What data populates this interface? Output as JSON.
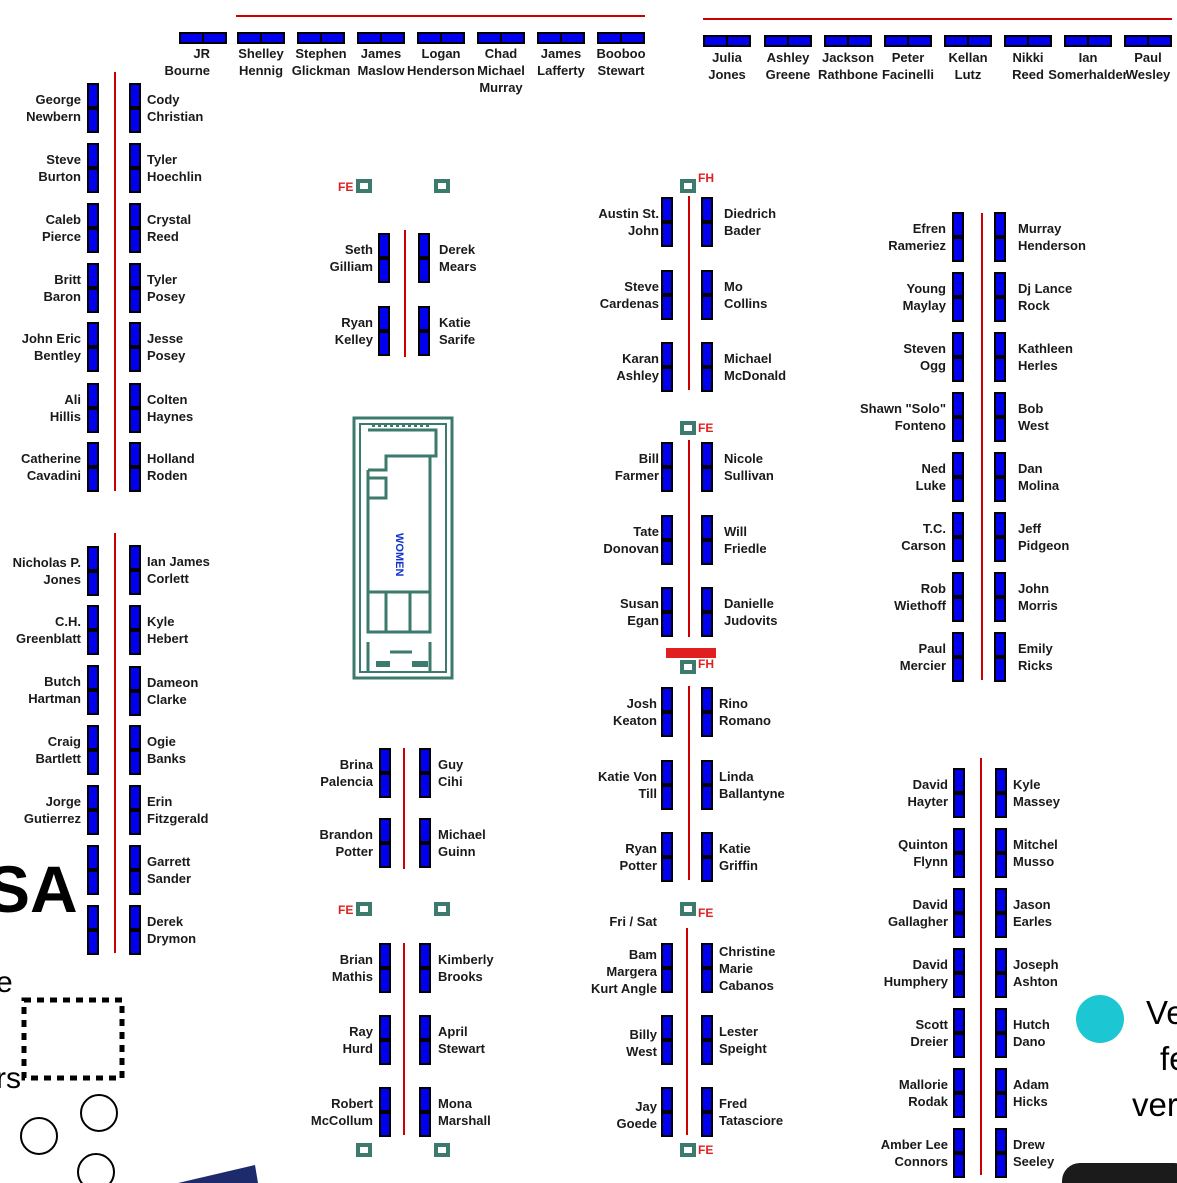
{
  "colors": {
    "table_fill": "#0000ee",
    "table_edge": "#000000",
    "aisle": "#cc0000",
    "fixture": "#3d7a6e",
    "fe": "#e02020",
    "teal": "#1cc6d3"
  },
  "fixtures": {
    "fe": "FE",
    "fh": "FH"
  },
  "room_label": "WOMEN",
  "partial_texts": {
    "big": "SA",
    "right_top": "Ve",
    "right_mid": "fe",
    "right_bot": "ver",
    "left_e": "e",
    "left_rs": "rs"
  },
  "top_left_row": [
    {
      "name": "JR\nBourne"
    },
    {
      "name": "Shelley\nHennig"
    },
    {
      "name": "Stephen\nGlickman"
    },
    {
      "name": "James\nMaslow"
    },
    {
      "name": "Logan\nHenderson"
    },
    {
      "name": "Chad\nMichael\nMurray"
    },
    {
      "name": "James\nLafferty"
    },
    {
      "name": "Booboo\nStewart"
    }
  ],
  "top_right_row": [
    {
      "name": "Julia\nJones"
    },
    {
      "name": "Ashley\nGreene"
    },
    {
      "name": "Jackson\nRathbone"
    },
    {
      "name": "Peter\nFacinelli"
    },
    {
      "name": "Kellan\nLutz"
    },
    {
      "name": "Nikki\nReed"
    },
    {
      "name": "Ian\nSomerhalder"
    },
    {
      "name": "Paul\nWesley"
    }
  ],
  "col1": {
    "left": [
      "George\nNewbern",
      "Steve\nBurton",
      "Caleb\nPierce",
      "Britt\nBaron",
      "John Eric\nBentley",
      "Ali\nHillis",
      "Catherine\nCavadini"
    ],
    "right": [
      "Cody\nChristian",
      "Tyler\nHoechlin",
      "Crystal\nReed",
      "Tyler\nPosey",
      "Jesse\nPosey",
      "Colten\nHaynes",
      "Holland\nRoden"
    ]
  },
  "col2": {
    "left": [
      "Nicholas P.\nJones",
      "C.H.\nGreenblatt",
      "Butch\nHartman",
      "Craig\nBartlett",
      "Jorge\nGutierrez"
    ],
    "right": [
      "Ian James\nCorlett",
      "Kyle\nHebert",
      "Dameon\nClarke",
      "Ogie\nBanks",
      "Erin\nFitzgerald",
      "Garrett\nSander",
      "Derek\nDrymon"
    ]
  },
  "block_a": {
    "left": [
      "Seth\nGilliam",
      "Ryan\nKelley"
    ],
    "right": [
      "Derek\nMears",
      "Katie\nSarife"
    ]
  },
  "block_b": {
    "left": [
      "Brina\nPalencia",
      "Brandon\nPotter"
    ],
    "right": [
      "Guy\nCihi",
      "Michael\nGuinn"
    ]
  },
  "block_c": {
    "left": [
      "Brian\nMathis",
      "Ray\nHurd",
      "Robert\nMcCollum"
    ],
    "right": [
      "Kimberly\nBrooks",
      "April\nStewart",
      "Mona\nMarshall"
    ]
  },
  "center1": {
    "left": [
      "Austin St.\nJohn",
      "Steve\nCardenas",
      "Karan\nAshley"
    ],
    "right": [
      "Diedrich\nBader",
      "Mo\nCollins",
      "Michael\nMcDonald"
    ]
  },
  "center2": {
    "left": [
      "Bill\nFarmer",
      "Tate\nDonovan",
      "Susan\nEgan"
    ],
    "right": [
      "Nicole\nSullivan",
      "Will\nFriedle",
      "Danielle\nJudovits"
    ]
  },
  "center3": {
    "left": [
      "Josh\nKeaton",
      "Katie Von\nTill",
      "Ryan\nPotter"
    ],
    "right": [
      "Rino\nRomano",
      "Linda\nBallantyne",
      "Katie\nGriffin"
    ]
  },
  "center4": {
    "day_label": "Fri / Sat",
    "left": [
      "Bam\nMargera\nKurt Angle",
      "Billy\nWest",
      "Jay\nGoede"
    ],
    "right": [
      "Christine\nMarie\nCabanos",
      "Lester\nSpeight",
      "Fred\nTatasciore"
    ]
  },
  "right1": {
    "left": [
      "Efren\nRameriez",
      "Young\nMaylay",
      "Steven\nOgg",
      "Shawn \"Solo\"\nFonteno",
      "Ned\nLuke",
      "T.C.\nCarson",
      "Rob\nWiethoff",
      "Paul\nMercier"
    ],
    "right": [
      "Murray\nHenderson",
      "Dj Lance\nRock",
      "Kathleen\nHerles",
      "Bob\nWest",
      "Dan\nMolina",
      "Jeff\nPidgeon",
      "John\nMorris",
      "Emily\nRicks"
    ]
  },
  "right2": {
    "left": [
      "David\nHayter",
      "Quinton\nFlynn",
      "David\nGallagher",
      "David\nHumphery",
      "Scott\nDreier",
      "Mallorie\nRodak",
      "Amber Lee\nConnors"
    ],
    "right": [
      "Kyle\nMassey",
      "Mitchel\nMusso",
      "Jason\nEarles",
      "Joseph\nAshton",
      "Hutch\nDano",
      "Adam\nHicks",
      "Drew\nSeeley"
    ]
  }
}
